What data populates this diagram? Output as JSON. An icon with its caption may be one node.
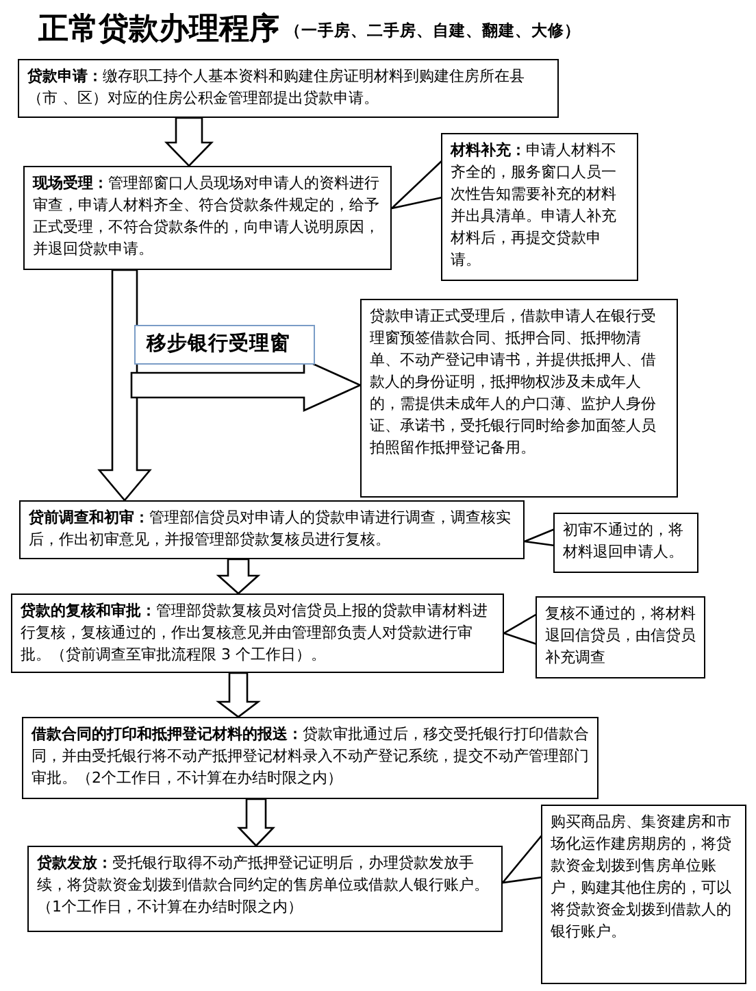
{
  "diagram": {
    "title": "正常贷款办理程序",
    "nodes": [
      {
        "text": [
          "**贷款申请：**缴存职工持个人基本资料和购建住房证明材料到购建住房所在县（市 、区）对应的住房公积金管理部提出贷款申请。"
        ]
      },
      {
        "text": [
          "**现场受理：**管理部窗口人员现场对申请人的资料进行审查，申请人材料齐全、符合贷款条件规定的，给予正式受理，不符合贷款条件的，向申请人说明原因，并退回贷款申请。"
        ]
      },
      {
        "text": [
          "**材料补充：**申请人材料不齐全的，服务窗口人员一次性告知需要补充的材料并出具清单。申请人补充材料后，再提交贷款申请。"
        ]
      },
      {
        "text": [
          "贷款申请正式受理后，借款申请人在银行受理窗预签借款合同、抵押合同、抵押物清单、不动产登记申请书，并提供抵押人、借款人的身份证明，抵押物权涉及未成年人的，需提供未成年人的户口薄、监护人身份证、承诺书，受托银行同时给参加面签人员拍照留作抵押登记备用。"
        ]
      },
      {
        "text": [
          "**贷前调查和初审：**管理部信贷员对申请人的贷款申请进行调查，调查核实后，作出初审意见，并报管理部贷款复核员进行复核。"
        ]
      },
      {
        "text": [
          "初审不通过的，将材料退回申请人。"
        ]
      },
      {
        "text": [
          "**贷款的复核和审批：**管理部贷款复核员对信贷员上报的贷款申请材料进行复核，复核通过的，作出复核意见并由管理部负责人对贷款进行审批。（贷前调查至审批流程限 3 个工作日）。"
        ]
      },
      {
        "text": [
          "复核不通过的，将材料退回信贷员，由信贷员补充调查"
        ]
      },
      {
        "text": [
          "**借款合同的打印和抵押登记材料的报送：**贷款审批通过后，移交受托银行打印借款合同，并由受托银行将不动产抵押登记材料录入不动产登记系统，提交不动产管理部门审批。（2个工作日，不计算在办结时限之内）"
        ]
      },
      {
        "text": [
          "**贷款发放：**受托银行取得不动产抵押登记证明后，办理贷款发放手续，将贷款资金划拨到借款合同约定的售房单位或借款人银行账户。（1个工作日，不计算在办结时限之内）"
        ]
      },
      {
        "text": [
          "购买商品房、集资建房和市场化运作建房期房的，将贷款资金划拨到售房单位账户，购建其他住房的，可以将贷款资金划拨到借款人的银行账户。"
        ]
      }
    ],
    "edges": [
      {
        "from": 0,
        "to": 1,
        "arrow": "to"
      },
      {
        "from": 1,
        "to": 4,
        "arrow": "to"
      },
      {
        "from": 1,
        "to": 3,
        "arrow": "to",
        "label": "移步银行受理窗"
      },
      {
        "from": 2,
        "to": 1,
        "arrow": "to"
      },
      {
        "from": 4,
        "to": 6,
        "arrow": "to"
      },
      {
        "from": 5,
        "to": 4,
        "arrow": "to"
      },
      {
        "from": 6,
        "to": 8,
        "arrow": "to"
      },
      {
        "from": 7,
        "to": 6,
        "arrow": "to"
      },
      {
        "from": 8,
        "to": 9,
        "arrow": "to"
      },
      {
        "from": 10,
        "to": 9,
        "arrow": "to"
      }
    ],
    "labels": [
      "（一手房、二手房、自建、翻建、大修）"
    ]
  }
}
